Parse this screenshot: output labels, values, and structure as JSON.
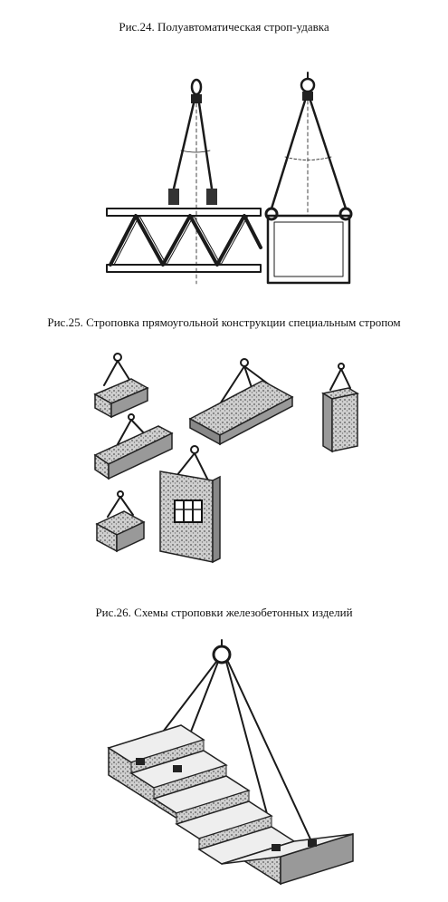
{
  "figures": [
    {
      "caption": "Рис.24.  Полуавтоматическая строп-удавка"
    },
    {
      "caption": "Рис.25.  Строповка прямоугольной конструкции специальным стропом"
    },
    {
      "caption": "Рис.26.  Схемы строповки железобетонных изделий"
    }
  ]
}
